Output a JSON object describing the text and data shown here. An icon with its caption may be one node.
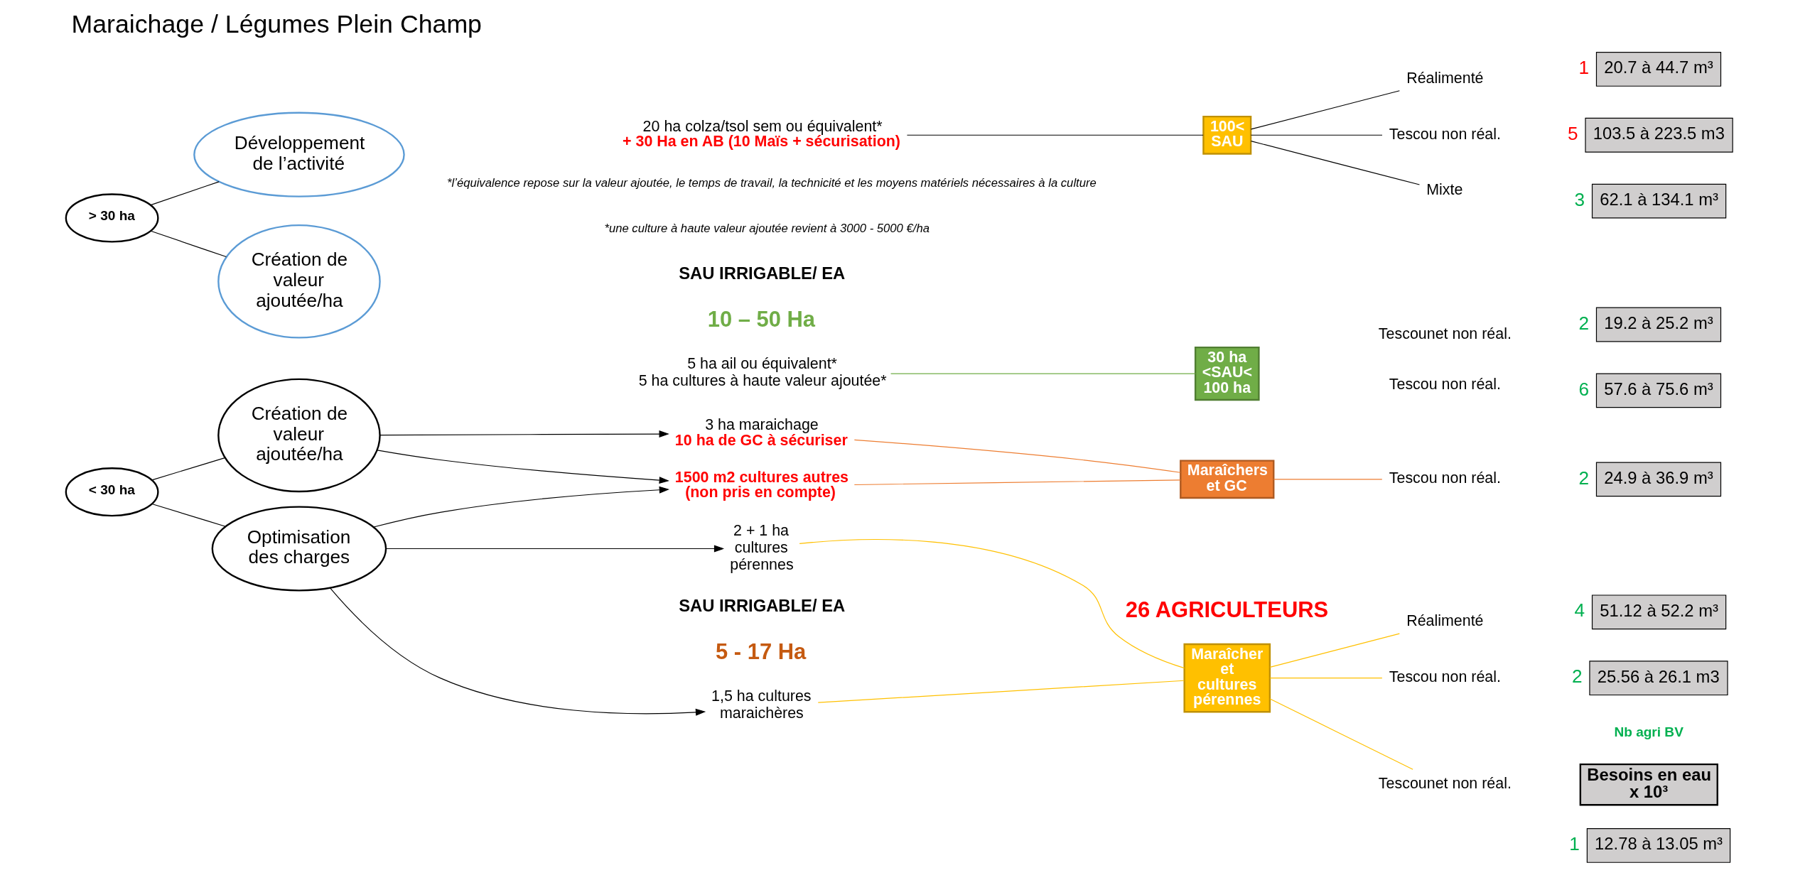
{
  "diagram": {
    "title": "Maraichage / Légumes Plein Champ",
    "nodes": [
      {
        "text": [
          "< 30 ha"
        ]
      },
      {
        "text": [
          "Optimisation des charges"
        ]
      },
      {
        "text": [
          "Création de valeur ajoutée/ha"
        ]
      },
      {
        "text": [
          "1,5 ha cultures maraichères"
        ]
      },
      {
        "text": [
          "2 + 1 ha cultures pérennes"
        ]
      },
      {
        "text": [
          "1500 m2 cultures autres (non pris en compte)"
        ]
      },
      {
        "text": [
          "3 ha maraichage",
          "10 ha de GC à sécuriser"
        ]
      },
      {
        "text": [
          "> 30 ha"
        ]
      },
      {
        "text": [
          "Création de valeur ajoutée/ha"
        ]
      },
      {
        "text": [
          "Développement de l’activité"
        ]
      },
      {
        "text": [
          "5 ha ail ou équivalent*",
          "5 ha cultures à haute valeur ajoutée*"
        ]
      },
      {
        "text": [
          "20 ha colza/tsol sem ou équivalent*",
          "+ 30 Ha en AB (10 Maïs + sécurisation)"
        ]
      },
      {
        "text": [
          "Maraîcher et cultures pérennes"
        ]
      },
      {
        "text": [
          "Maraîchers et GC"
        ]
      },
      {
        "text": [
          "30 ha <SAU< 100 ha"
        ]
      },
      {
        "text": [
          "100< SAU"
        ]
      },
      {
        "text": [
          "Tescounet non réal."
        ]
      },
      {
        "text": [
          "Réalimenté"
        ]
      },
      {
        "text": [
          "Tescou non réal."
        ]
      },
      {
        "text": [
          "Tescou non réal."
        ]
      },
      {
        "text": [
          "Tescounet non réal."
        ]
      },
      {
        "text": [
          "Tescou non réal."
        ]
      },
      {
        "text": [
          "Mixte"
        ]
      },
      {
        "text": [
          "Réalimenté"
        ]
      },
      {
        "text": [
          "Tescou non réal."
        ]
      },
      {
        "text": [
          "Besoins en eau x 10³"
        ]
      },
      {
        "text": [
          "12.78 à 13.05 m³"
        ],
        "beside": [
          "1"
        ]
      },
      {
        "text": [
          "51.12 à 52.2 m³"
        ],
        "beside": [
          "4"
        ]
      },
      {
        "text": [
          "25.56 à 26.1 m3"
        ],
        "beside": [
          "2"
        ]
      },
      {
        "text": [
          "24.9 à 36.9 m³"
        ],
        "beside": [
          "2"
        ]
      },
      {
        "text": [
          "19.2 à 25.2 m³"
        ],
        "beside": [
          "2"
        ]
      },
      {
        "text": [
          "57.6 à 75.6 m³"
        ],
        "beside": [
          "6"
        ]
      },
      {
        "text": [
          "62.1 à 134.1 m³"
        ],
        "beside": [
          "3"
        ]
      },
      {
        "text": [
          "20.7 à 44.7 m³"
        ],
        "beside": [
          "1"
        ]
      },
      {
        "text": [
          "103.5 à 223.5 m3"
        ],
        "beside": [
          "5"
        ]
      }
    ],
    "edges": [
      {
        "from": 0,
        "to": 1,
        "arrow": "none"
      },
      {
        "from": 0,
        "to": 2,
        "arrow": "none"
      },
      {
        "from": 1,
        "to": 3,
        "arrow": "to"
      },
      {
        "from": 1,
        "to": 4,
        "arrow": "to"
      },
      {
        "from": 1,
        "to": 5,
        "arrow": "to"
      },
      {
        "from": 2,
        "to": 5,
        "arrow": "to"
      },
      {
        "from": 2,
        "to": 6,
        "arrow": "to"
      },
      {
        "from": 7,
        "to": 8,
        "arrow": "none"
      },
      {
        "from": 7,
        "to": 9,
        "arrow": "none"
      },
      {
        "from": 3,
        "to": 12,
        "arrow": "none",
        "color": "#ffc000"
      },
      {
        "from": 4,
        "to": 12,
        "arrow": "none",
        "color": "#ffc000"
      },
      {
        "from": 5,
        "to": 13,
        "arrow": "none",
        "color": "#ed7d31"
      },
      {
        "from": 6,
        "to": 13,
        "arrow": "none",
        "color": "#ed7d31"
      },
      {
        "from": 10,
        "to": 14,
        "arrow": "none",
        "color": "#70ad47"
      },
      {
        "from": 11,
        "to": 15,
        "arrow": "none"
      },
      {
        "from": 12,
        "to": 16,
        "arrow": "none",
        "color": "#ffc000"
      },
      {
        "from": 12,
        "to": 17,
        "arrow": "none",
        "color": "#ffc000"
      },
      {
        "from": 12,
        "to": 18,
        "arrow": "none",
        "color": "#ffc000"
      },
      {
        "from": 13,
        "to": 19,
        "arrow": "none",
        "color": "#ed7d31"
      },
      {
        "from": 15,
        "to": 22,
        "arrow": "none"
      },
      {
        "from": 15,
        "to": 23,
        "arrow": "none"
      },
      {
        "from": 15,
        "to": 24,
        "arrow": "none"
      }
    ],
    "labels": [
      "26 AGRICULTEURS",
      "SAU IRRIGABLE/ EA",
      "5 - 17 Ha",
      "Nb agri BV",
      "SAU IRRIGABLE/ EA",
      "10 – 50 Ha",
      "*l’équivalence repose sur la valeur ajoutée, le temps de travail, la technicité et les moyens matériels nécessaires à la culture",
      "*une culture à haute valeur ajoutée revient à 3000 - 5000 €/ha"
    ]
  }
}
